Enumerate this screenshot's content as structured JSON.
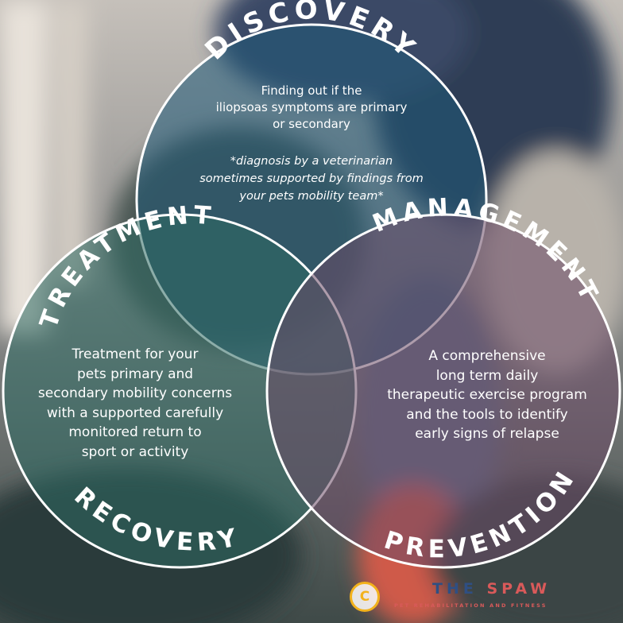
{
  "circles": {
    "discovery": {
      "title": "DISCOVERY",
      "body": [
        "Finding out if the",
        "iliopsoas symptoms are primary",
        "or secondary"
      ],
      "note": [
        "*diagnosis by a veterinarian",
        "sometimes supported by findings from",
        "your pets mobility team*"
      ],
      "color": "#1f5a78"
    },
    "treatment": {
      "title": "TREATMENT",
      "subtitle": "RECOVERY",
      "body": [
        "Treatment for your",
        "pets primary and",
        "secondary mobility concerns",
        "with a supported carefully",
        "monitored return to",
        "sport or activity"
      ],
      "color": "#2e6a62"
    },
    "management": {
      "title": "MANAGEMENT",
      "subtitle": "PREVENTION",
      "body": [
        "A comprehensive",
        "long term daily",
        "therapeutic exercise program",
        "and the tools to identify",
        "early signs of relapse"
      ],
      "color": "#6c4a66"
    }
  },
  "logo": {
    "badge": "C",
    "name_part1": "THE ",
    "name_part2": "SPAW",
    "tagline": "PET REHABILITATION AND FITNESS"
  },
  "colors": {
    "outline": "#ffffff",
    "text": "#ffffff",
    "logo_gold": "#f3b21c",
    "logo_blue": "#2f4f83",
    "logo_red": "#d95a5a"
  }
}
